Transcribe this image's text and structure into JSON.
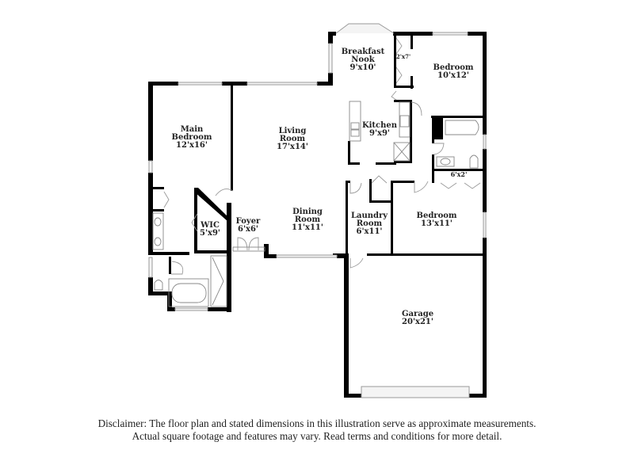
{
  "floor_plan": {
    "rooms": [
      {
        "name_line1": "Breakfast",
        "name_line2": "Nook",
        "dims": "9'x10'"
      },
      {
        "name_line1": "Bedroom",
        "name_line2": "",
        "dims": "10'x12'"
      },
      {
        "name_line1": "Main",
        "name_line2": "Bedroom",
        "dims": "12'x16'"
      },
      {
        "name_line1": "Living",
        "name_line2": "Room",
        "dims": "17'x14'"
      },
      {
        "name_line1": "Kitchen",
        "name_line2": "",
        "dims": "9'x9'"
      },
      {
        "name_line1": "WIC",
        "name_line2": "",
        "dims": "5'x9'"
      },
      {
        "name_line1": "Foyer",
        "name_line2": "",
        "dims": "6'x6'"
      },
      {
        "name_line1": "Dining",
        "name_line2": "Room",
        "dims": "11'x11'"
      },
      {
        "name_line1": "Laundry",
        "name_line2": "Room",
        "dims": "6'x11'"
      },
      {
        "name_line1": "Bedroom",
        "name_line2": "",
        "dims": "13'x11'"
      },
      {
        "name_line1": "Garage",
        "name_line2": "",
        "dims": "20'x21'"
      }
    ],
    "closets": [
      {
        "dims": "2'x7'"
      },
      {
        "dims": "6'x2'"
      }
    ]
  },
  "disclaimer": {
    "line1": "Disclaimer: The floor plan and stated dimensions in this illustration serve as approximate measurements.",
    "line2": "Actual square footage and features may vary. Read terms and conditions for more detail."
  }
}
